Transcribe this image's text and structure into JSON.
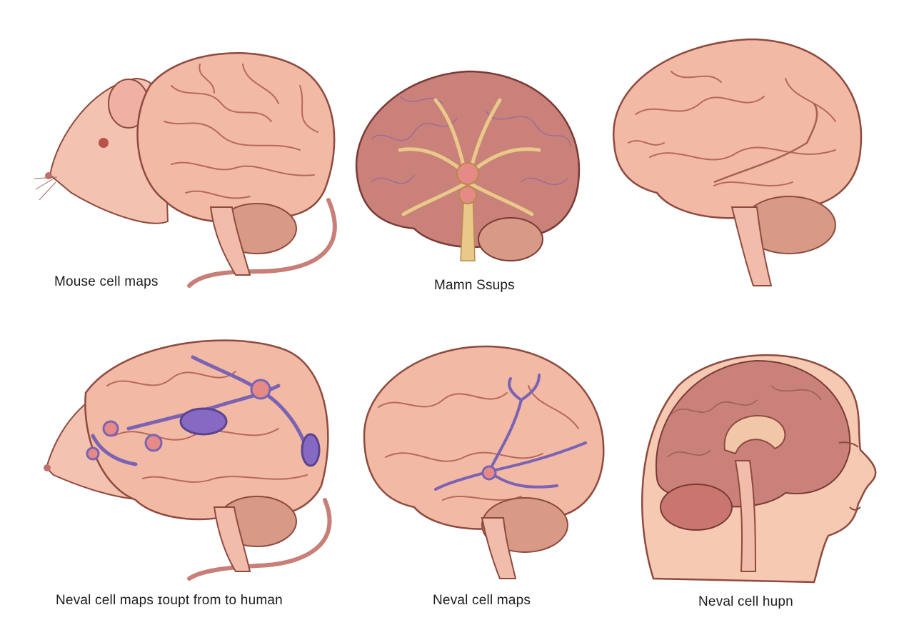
{
  "captions": {
    "p1": "Mouse cell maps",
    "p2": "Mamn Ssups",
    "p3": "",
    "p4": "Neval cell maps ɪoupt from to human",
    "p5": "Neval cell maps",
    "p6": "Neval cell hupn"
  },
  "colors": {
    "brain_fill": "#f2b9a4",
    "brain_stroke": "#8e4a3f",
    "sulcus": "#b7695a",
    "cerebellum": "#d79a86",
    "mouse_fill": "#f4c2b0",
    "neuron_gold": "#e9c98a",
    "neuron_purple": "#7b63b3",
    "cell_pink": "#e58a86"
  }
}
